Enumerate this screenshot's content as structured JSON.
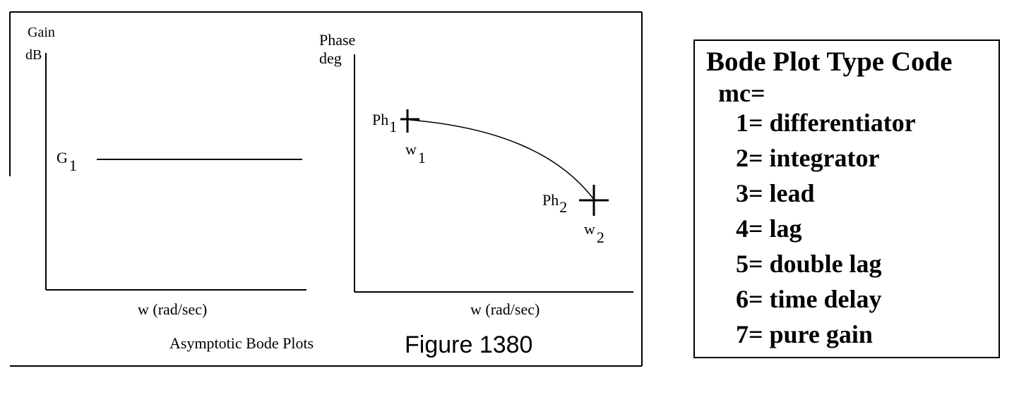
{
  "figure": {
    "number_label": "Figure 1380",
    "caption": "Asymptotic Bode Plots"
  },
  "gain_plot": {
    "y_label_line1": "Gain",
    "y_label_line2": "dB",
    "x_label": "w (rad/sec)",
    "level_label_main": "G",
    "level_label_sub": "1"
  },
  "phase_plot": {
    "y_label_line1": "Phase",
    "y_label_line2": "deg",
    "x_label": "w (rad/sec)",
    "point1": {
      "ph_main": "Ph",
      "ph_sub": "1",
      "w_main": "w",
      "w_sub": "1"
    },
    "point2": {
      "ph_main": "Ph",
      "ph_sub": "2",
      "w_main": "w",
      "w_sub": "2"
    }
  },
  "legend": {
    "title": "Bode Plot Type Code",
    "variable": "mc=",
    "items": [
      "1= differentiator",
      "2= integrator",
      "3= lead",
      "4= lag",
      "5= double lag",
      "6= time delay",
      "7= pure gain"
    ]
  }
}
